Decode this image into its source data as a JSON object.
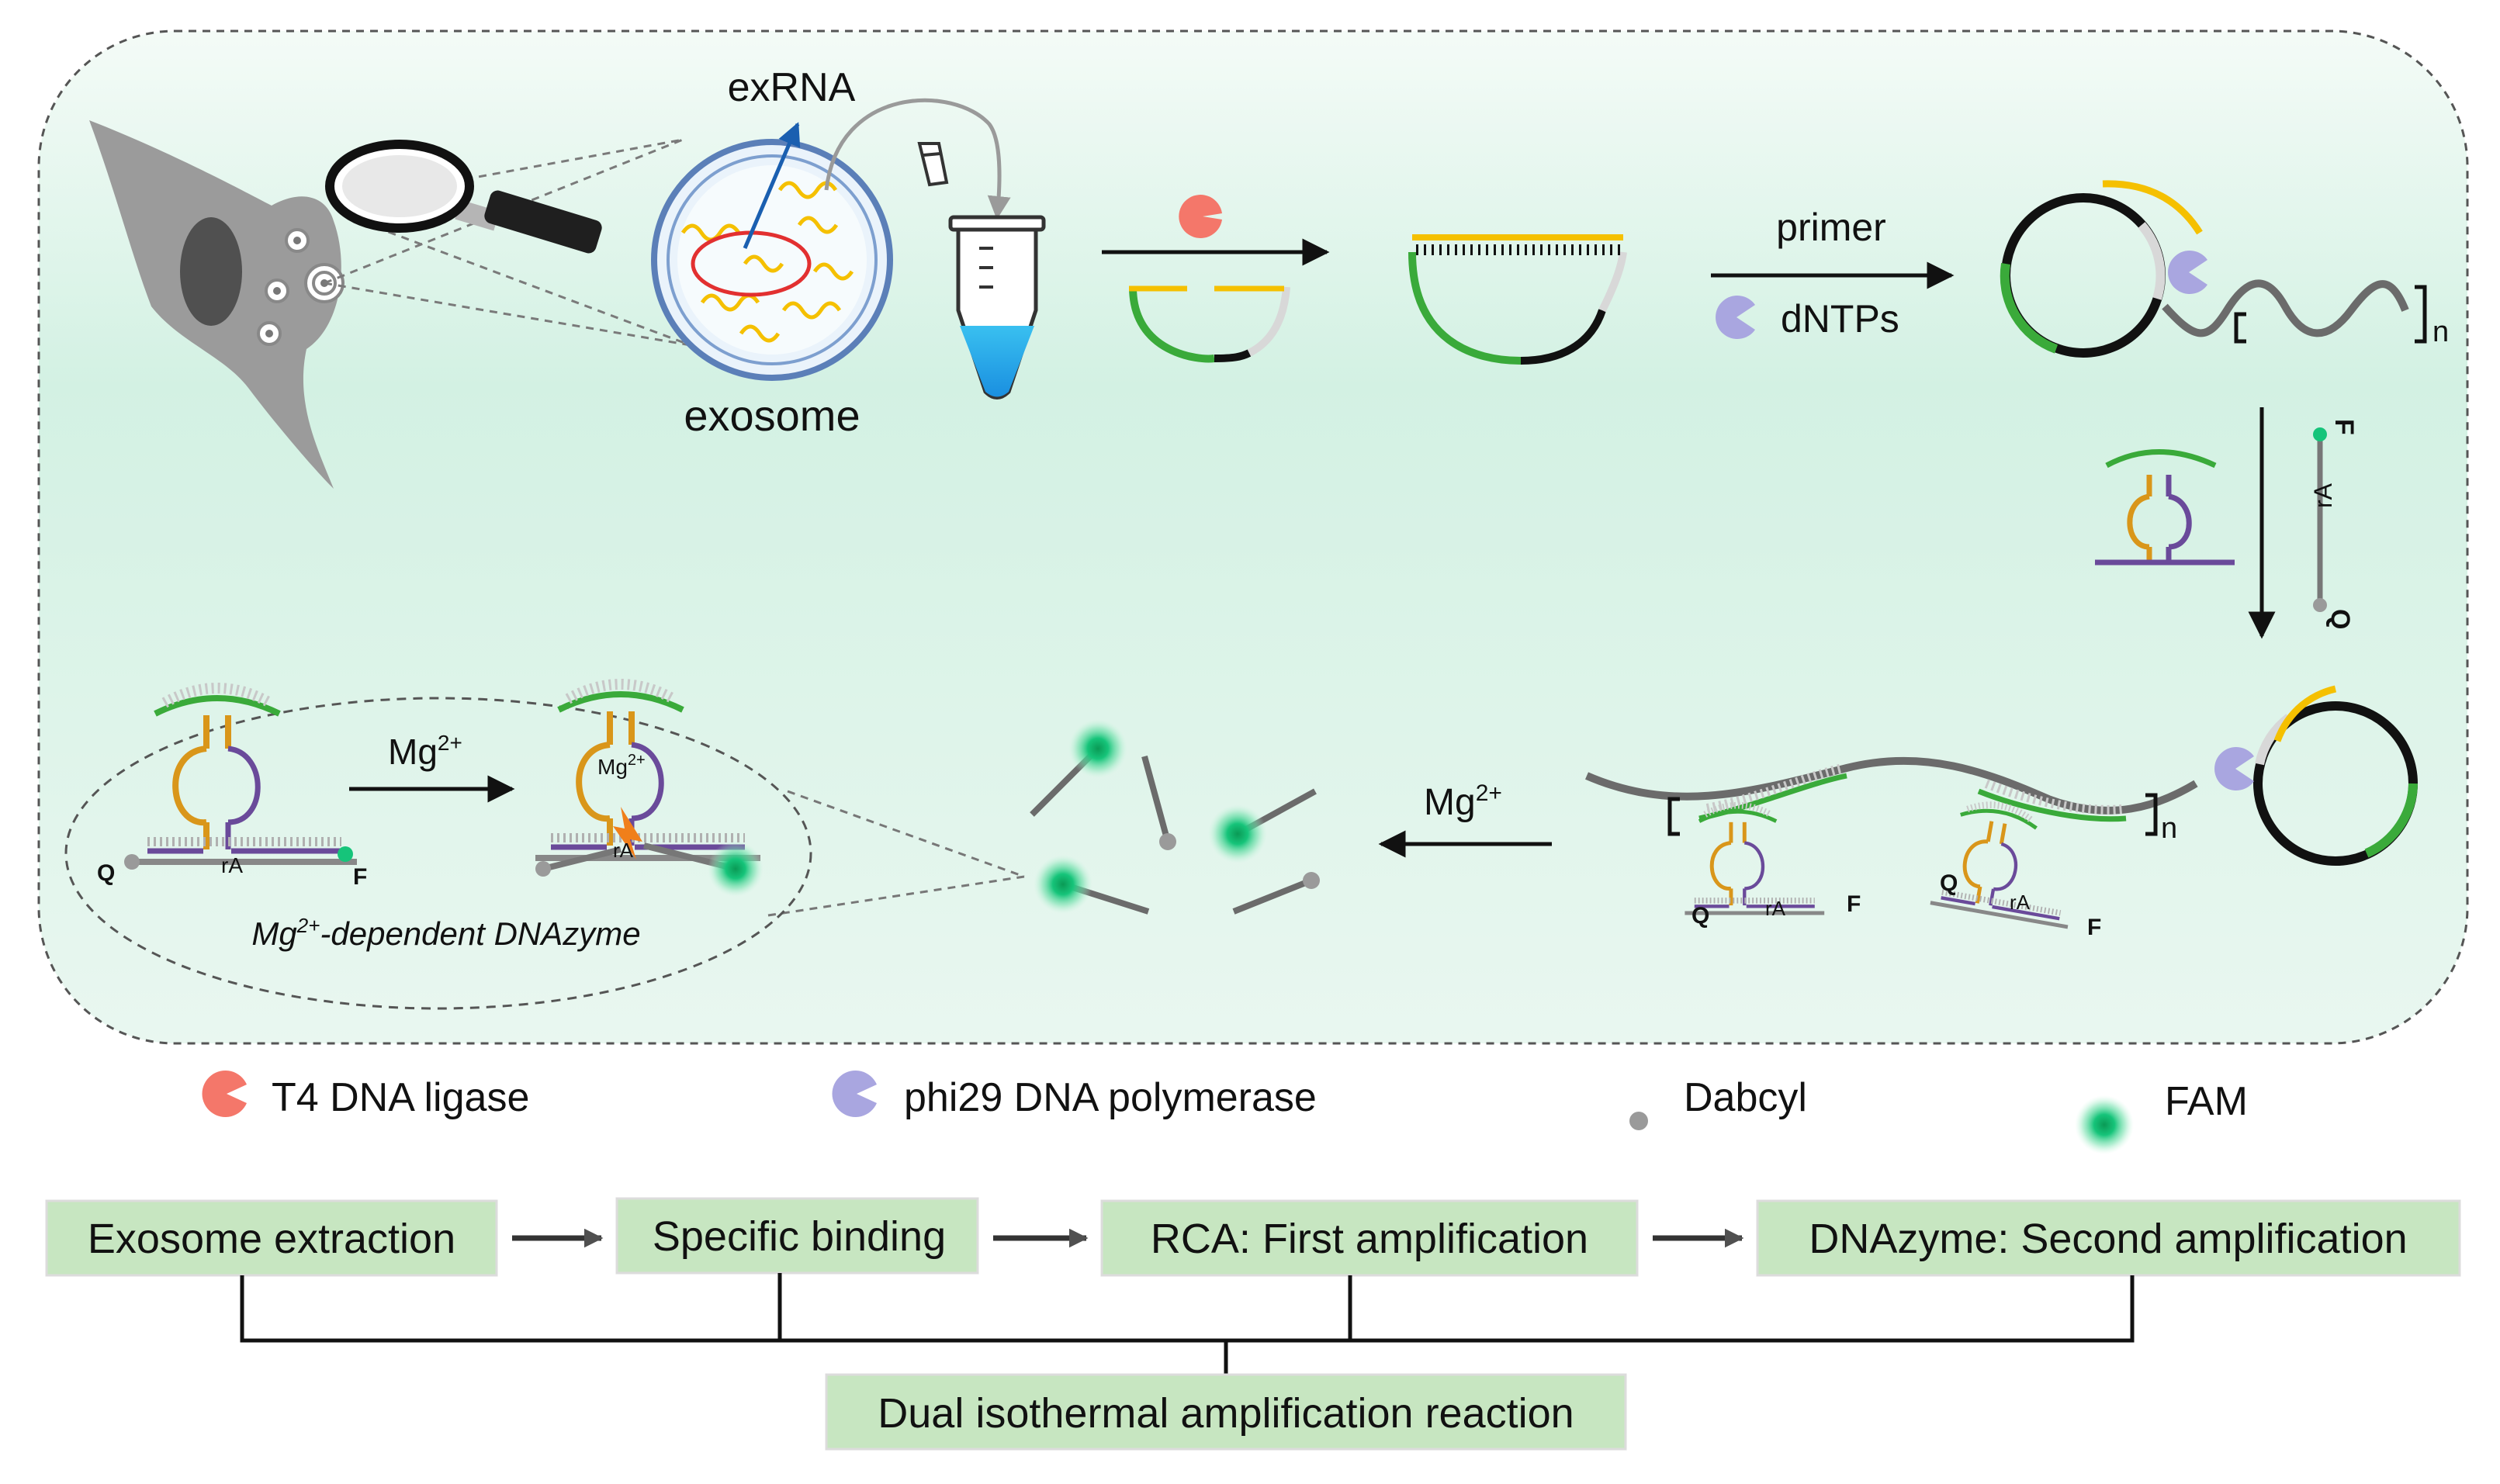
{
  "panel": {
    "labels": {
      "exrna": "exRNA",
      "exosome": "exosome",
      "primer": "primer",
      "dntps": "dNTPs",
      "n_top": "n",
      "n_mid": "n",
      "mg_arrow_right": "Mg",
      "mg_arrow_left": "Mg",
      "mg_inside": "Mg",
      "charge": "2+",
      "f": "F",
      "q": "Q",
      "ra": "rA",
      "dnazyme_caption_mg": "Mg",
      "dnazyme_caption_rest": "-dependent DNAzyme"
    }
  },
  "legend": {
    "items": [
      {
        "label": "T4 DNA ligase",
        "icon": "ligase-icon",
        "color": "#f4776a"
      },
      {
        "label": "phi29 DNA polymerase",
        "icon": "polymerase-icon",
        "color": "#a9a6e0"
      },
      {
        "label": "Dabcyl",
        "icon": "dabcyl-icon",
        "color": "#9a9a9a"
      },
      {
        "label": "FAM",
        "icon": "fam-icon",
        "color": "#16c47a"
      }
    ]
  },
  "flow": {
    "steps": [
      "Exosome extraction",
      "Specific binding",
      "RCA: First amplification",
      "DNAzyme: Second amplification"
    ],
    "result": "Dual isothermal amplification reaction"
  },
  "colors": {
    "dna_green": "#3aaa3a",
    "dna_yellow": "#f5c000",
    "dna_purple": "#6a4a9a",
    "dna_orange": "#d9961a",
    "panel_bg": "#d6f0e4",
    "flow_box": "#c7e6c1"
  }
}
